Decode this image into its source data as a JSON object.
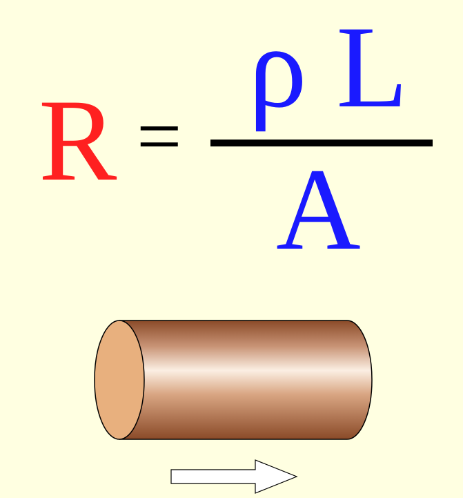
{
  "formula": {
    "lhs": "R",
    "equals": "=",
    "numerator": "ρ L",
    "denominator": "A"
  },
  "colors": {
    "background": "#FFFFE1",
    "lhs": "#FF2020",
    "fraction": "#1A1AFF",
    "operator": "#000000",
    "cylinder_end": "#E8B07E",
    "cylinder_body_dark": "#8A4A28",
    "cylinder_body_light": "#FBEFE3"
  },
  "icons": {
    "conductor": "cylinder-icon",
    "direction": "right-arrow-icon"
  }
}
